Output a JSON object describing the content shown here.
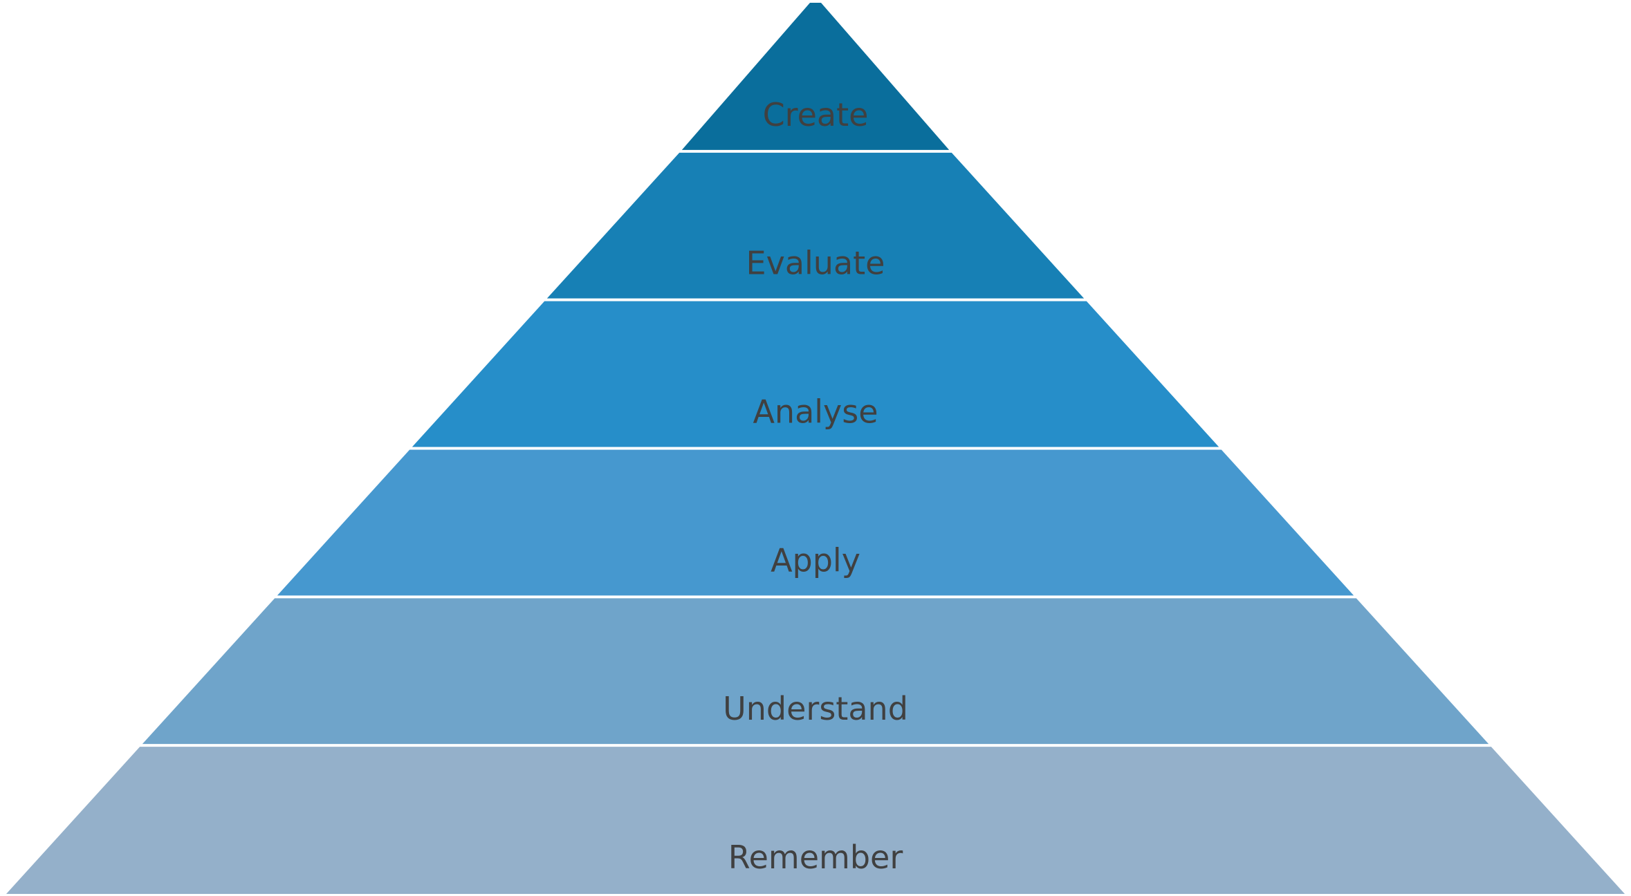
{
  "diagram": {
    "levels": [
      {
        "label": "Create",
        "color": "#0a6e9c"
      },
      {
        "label": "Evaluate",
        "color": "#1780b5"
      },
      {
        "label": "Analyse",
        "color": "#268ec9"
      },
      {
        "label": "Apply",
        "color": "#4698cf"
      },
      {
        "label": "Understand",
        "color": "#6fa4ca"
      },
      {
        "label": "Remember",
        "color": "#94b0ca"
      }
    ]
  }
}
